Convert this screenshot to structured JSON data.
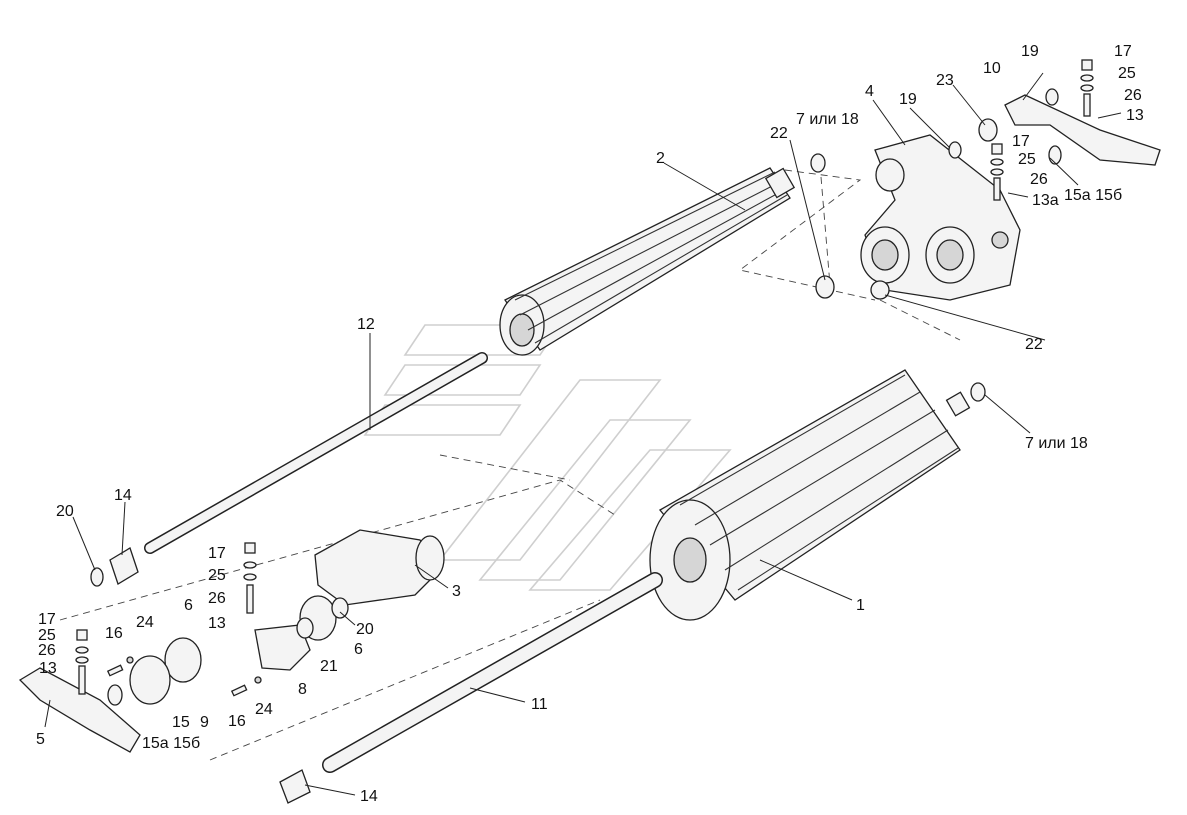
{
  "labels": {
    "l1": "1",
    "l2": "2",
    "l3": "3",
    "l4": "4",
    "l5": "5",
    "l6a": "6",
    "l6b": "6",
    "l7a": "7 или 18",
    "l7b": "7 или 18",
    "l8": "8",
    "l9": "9",
    "l10": "10",
    "l11": "11",
    "l12": "12",
    "l13a": "13",
    "l13b": "13",
    "l13c": "13",
    "l13d": "13а",
    "l14a": "14",
    "l14b": "14",
    "l15a": "15",
    "l15b": "15а 15б",
    "l15c": "15а 15б",
    "l16a": "16",
    "l16b": "16",
    "l17a": "17",
    "l17b": "17",
    "l17c": "17",
    "l17d": "17",
    "l19a": "19",
    "l19b": "19",
    "l20a": "20",
    "l20b": "20",
    "l21": "21",
    "l22a": "22",
    "l22b": "22",
    "l23": "23",
    "l24a": "24",
    "l24b": "24",
    "l25a": "25",
    "l25b": "25",
    "l25c": "25",
    "l25d": "25",
    "l26a": "26",
    "l26b": "26",
    "l26c": "26",
    "l26d": "26"
  }
}
